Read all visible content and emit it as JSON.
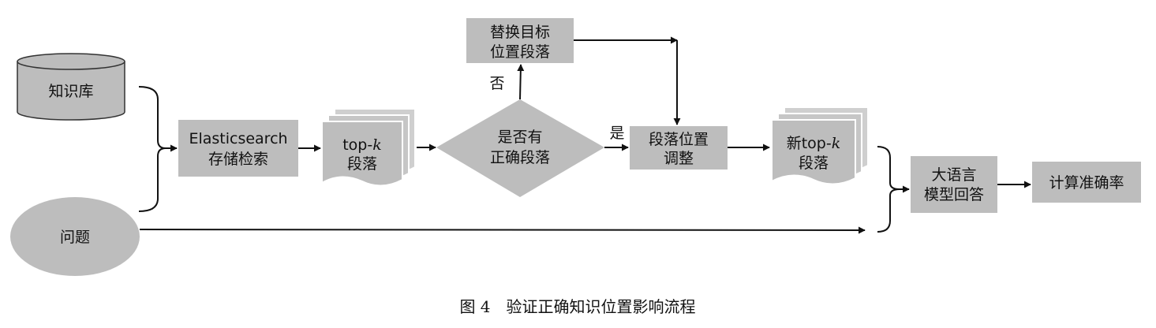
{
  "nodes": {
    "knowledge_base": "知识库",
    "question": "问题",
    "es_line1": "Elasticsearch",
    "es_line2": "存储检索",
    "topk_line1": "top-",
    "topk_k": "k",
    "topk_line2": "段落",
    "decision_line1": "是否有",
    "decision_line2": "正确段落",
    "replace_line1": "替换目标",
    "replace_line2": "位置段落",
    "adjust_line1": "段落位置",
    "adjust_line2": "调整",
    "newtopk_line1": "新top-",
    "newtopk_k": "k",
    "newtopk_line2": "段落",
    "llm_line1": "大语言",
    "llm_line2": "模型回答",
    "accuracy": "计算准确率"
  },
  "edges": {
    "yes": "是",
    "no": "否"
  },
  "caption": "图 4　验证正确知识位置影响流程",
  "colors": {
    "box_fill": "#bdbdbd",
    "line": "#111111"
  }
}
